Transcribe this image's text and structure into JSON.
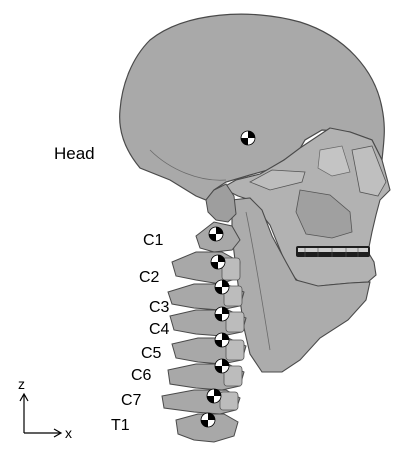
{
  "labels": {
    "head": "Head",
    "vertebrae": [
      "C1",
      "C2",
      "C3",
      "C4",
      "C5",
      "C6",
      "C7",
      "T1"
    ]
  },
  "axes": {
    "z": "z",
    "x": "x"
  },
  "colors": {
    "bone": "#a9a9a9",
    "outline": "#4a4a4a",
    "marker_dark": "#000000",
    "marker_light": "#ffffff"
  },
  "icons": {
    "center_of_gravity": "cg-marker-icon"
  }
}
